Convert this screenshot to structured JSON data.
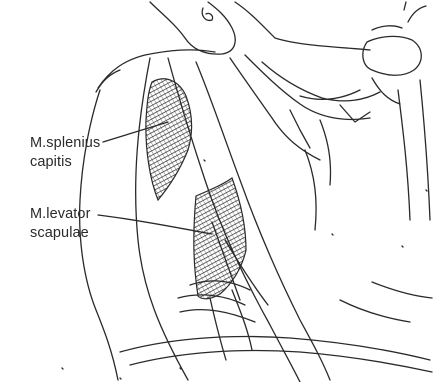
{
  "labels": {
    "splenius": {
      "line1": "M.splenius",
      "line2": "capitis"
    },
    "levator": {
      "line1": "M.levator",
      "line2": "scapulae"
    }
  },
  "colors": {
    "ink": "#2a2a2a",
    "background": "#ffffff"
  }
}
